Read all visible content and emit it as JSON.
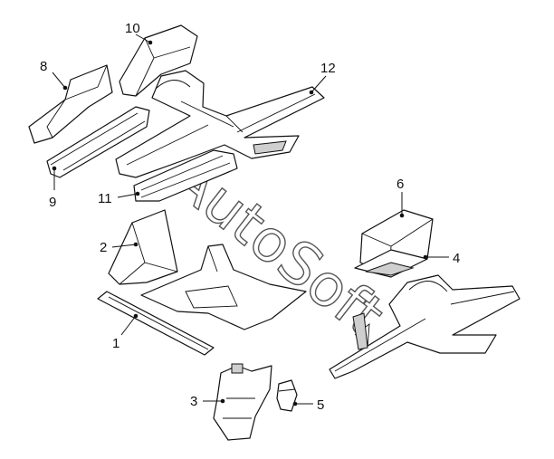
{
  "diagram": {
    "callouts": [
      "1",
      "2",
      "3",
      "4",
      "5",
      "6",
      "8",
      "9",
      "10",
      "11",
      "12"
    ],
    "watermark": "AutoSoft"
  }
}
